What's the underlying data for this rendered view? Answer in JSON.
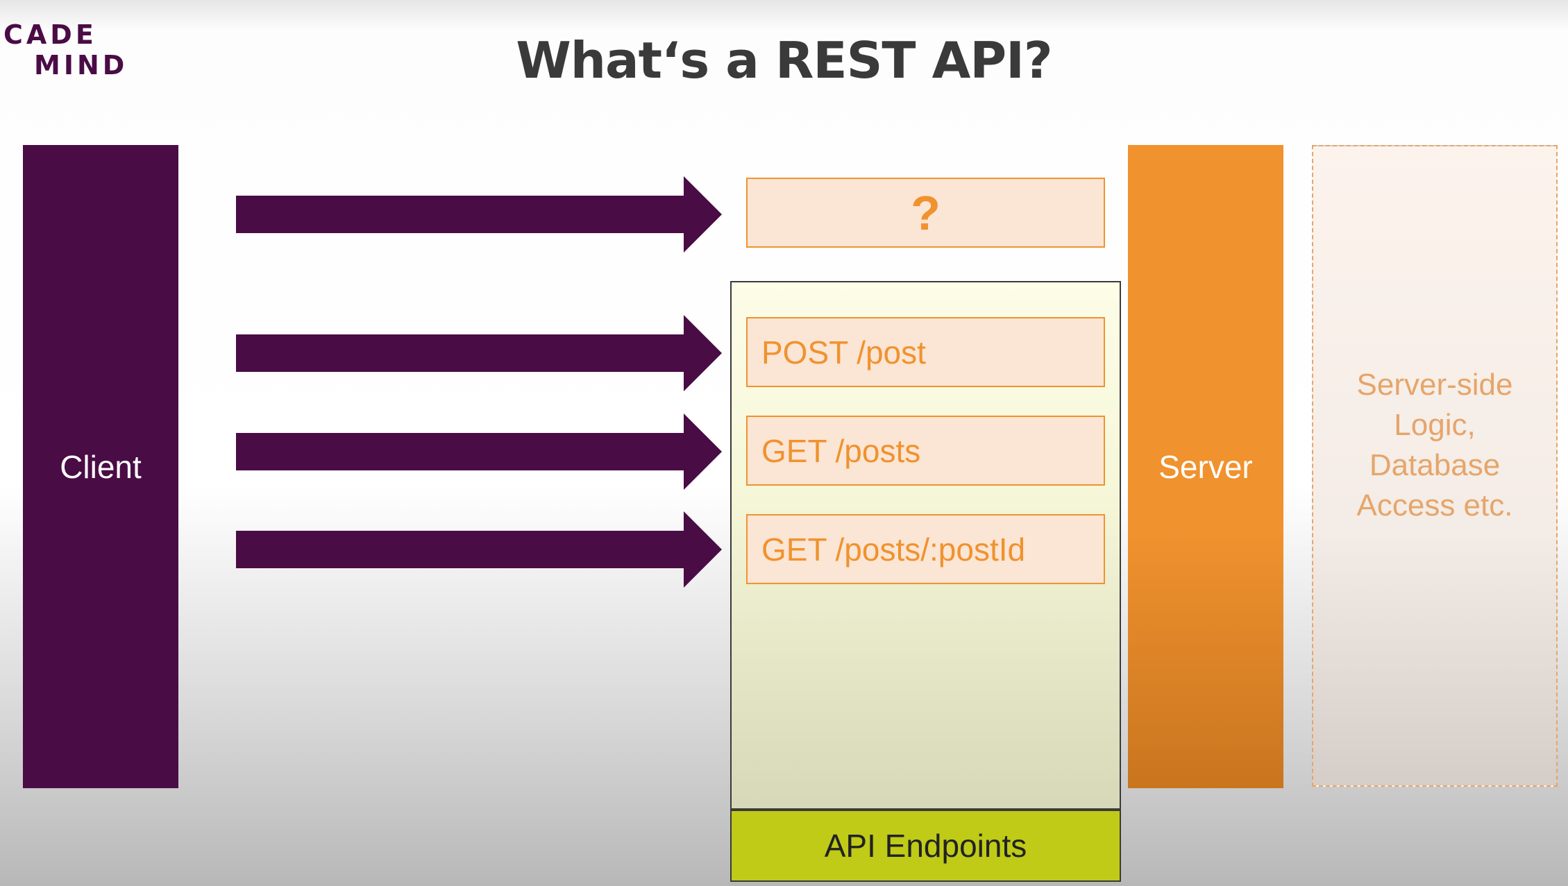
{
  "logo": {
    "line1": "CADE",
    "line2": "MIND"
  },
  "title": "What‘s a REST API?",
  "client_label": "Client",
  "unknown_endpoint": "?",
  "endpoints": [
    {
      "label": "POST /post"
    },
    {
      "label": "GET /posts"
    },
    {
      "label": "GET /posts/:postId"
    }
  ],
  "endpoints_label": "API Endpoints",
  "server_label": "Server",
  "server_side_text": "Server-side Logic, Database Access etc.",
  "colors": {
    "client": "#4a0c45",
    "arrow": "#4a0c45",
    "endpoint_box_fill": "#fbe5d4",
    "endpoint_box_border": "#f0922e",
    "server": "#f0922e",
    "endpoints_label_bg": "#bfcb17"
  }
}
